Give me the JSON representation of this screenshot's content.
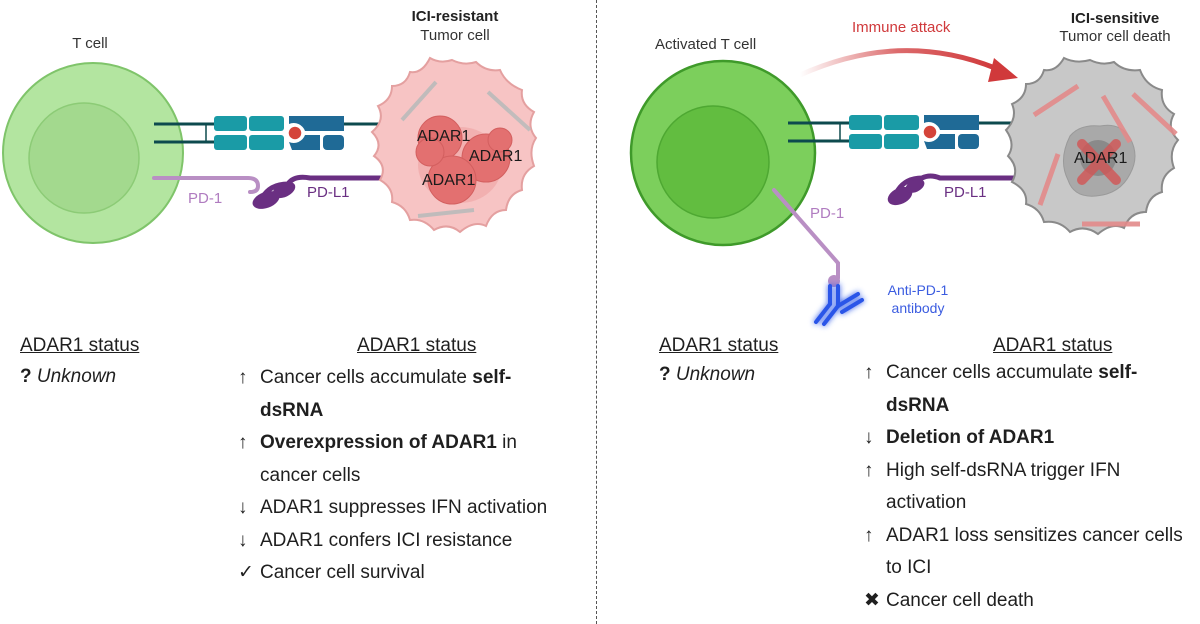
{
  "left_panel": {
    "t_cell_label": "T cell",
    "tumor_title": "ICI-resistant",
    "tumor_subtitle": "Tumor cell",
    "pd1_label": "PD-1",
    "pdl1_label": "PD-L1",
    "adar1_labels": [
      "ADAR1",
      "ADAR1",
      "ADAR1"
    ],
    "t_cell_status": {
      "heading": "ADAR1 status",
      "symbol": "?",
      "text": "Unknown"
    },
    "tumor_status": {
      "heading": "ADAR1 status",
      "items": [
        {
          "symbol": "↑",
          "pre": "Cancer cells accumulate ",
          "bold": "self-dsRNA",
          "post": ""
        },
        {
          "symbol": "↑",
          "pre": "",
          "bold": "Overexpression of ADAR1",
          "post": " in cancer cells"
        },
        {
          "symbol": "↓",
          "pre": "ADAR1 suppresses IFN activation",
          "bold": "",
          "post": ""
        },
        {
          "symbol": "↓",
          "pre": "ADAR1 confers ICI resistance",
          "bold": "",
          "post": ""
        },
        {
          "symbol": "✓",
          "pre": "Cancer cell survival",
          "bold": "",
          "post": ""
        }
      ]
    }
  },
  "right_panel": {
    "t_cell_label": "Activated T cell",
    "arrow_label": "Immune attack",
    "tumor_title": "ICI-sensitive",
    "tumor_subtitle": "Tumor cell death",
    "pd1_label": "PD-1",
    "pdl1_label": "PD-L1",
    "adar1_label": "ADAR1",
    "antibody_label_line1": "Anti-PD-1",
    "antibody_label_line2": "antibody",
    "t_cell_status": {
      "heading": "ADAR1 status",
      "symbol": "?",
      "text": "Unknown"
    },
    "tumor_status": {
      "heading": "ADAR1 status",
      "items": [
        {
          "symbol": "↑",
          "pre": "Cancer cells accumulate ",
          "bold": "self-dsRNA",
          "post": ""
        },
        {
          "symbol": "↓",
          "pre": "",
          "bold": "Deletion of ADAR1",
          "post": ""
        },
        {
          "symbol": "↑",
          "pre": "High self-dsRNA trigger IFN activation",
          "bold": "",
          "post": ""
        },
        {
          "symbol": "↑",
          "pre": "ADAR1 loss sensitizes cancer cells to ICI",
          "bold": "",
          "post": ""
        },
        {
          "symbol": "✖",
          "pre": "Cancer cell death",
          "bold": "",
          "post": ""
        }
      ]
    }
  },
  "colors": {
    "t_cell_fill": "#b3e5a0",
    "t_cell_active_fill": "#7ccf5c",
    "tumor_resistant_fill": "#f7c4c4",
    "tumor_dead_fill": "#c8c8c8",
    "tcr_teal": "#1a9ba6",
    "mhc_blue": "#1f6a96",
    "pd1": "#b98fc4",
    "pdl1": "#6a2f82",
    "antibody": "#2a55e8",
    "attack_arrow": "#d0393b",
    "adar1": "#e37070"
  }
}
